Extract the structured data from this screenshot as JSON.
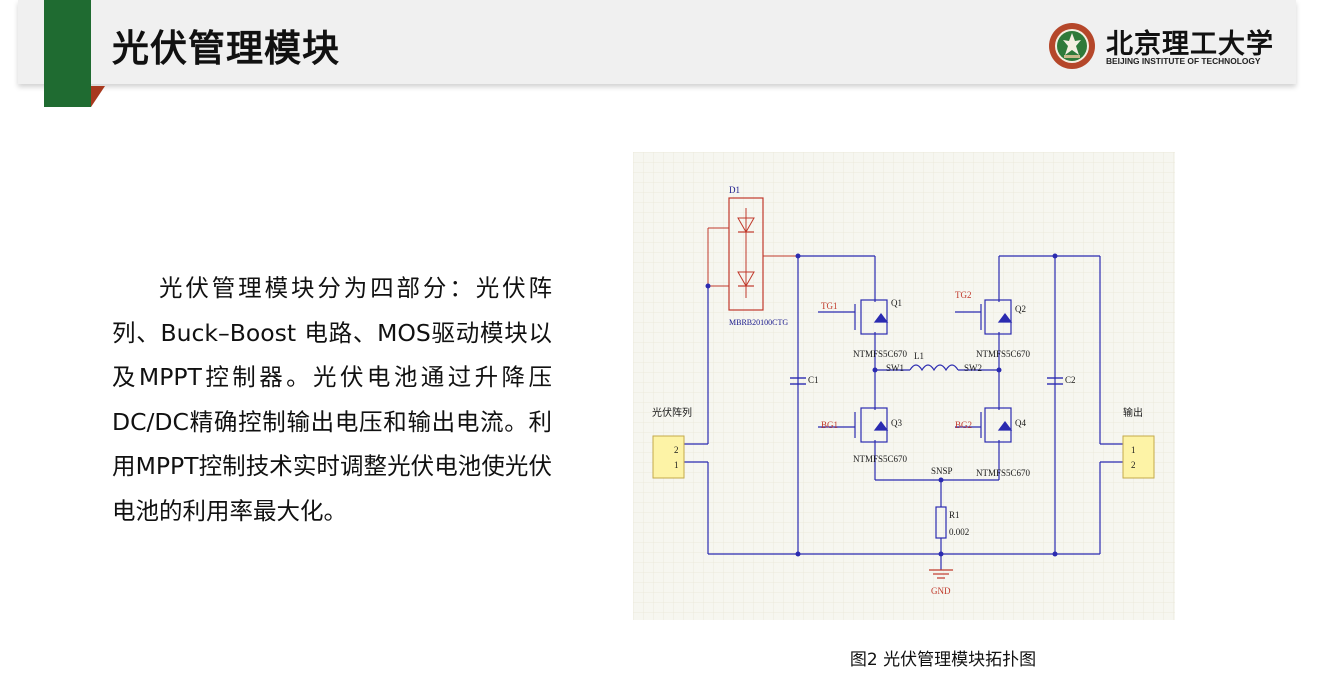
{
  "header": {
    "title": "光伏管理模块"
  },
  "logo": {
    "name_cn": "北京理工大学",
    "name_en": "BEIJING INSTITUTE OF TECHNOLOGY"
  },
  "body": {
    "paragraph": "光伏管理模块分为四部分：光伏阵列、Buck–Boost 电路、MOS驱动模块以及MPPT控制器。光伏电池通过升降压DC/DC精确控制输出电压和输出电流。利用MPPT控制技术实时调整光伏电池使光伏电池的利用率最大化。"
  },
  "figure": {
    "caption": "图2 光伏管理模块拓扑图",
    "diode_ref": "D1",
    "diode_part": "MBRB20100CTG",
    "cap1": "C1",
    "cap2": "C2",
    "q1": "Q1",
    "q2": "Q2",
    "q3": "Q3",
    "q4": "Q4",
    "mos_part": "NTMFS5C670",
    "tg1": "TG1",
    "tg2": "TG2",
    "bg1": "BG1",
    "bg2": "BG2",
    "inductor": "L1",
    "sw1": "SW1",
    "sw2": "SW2",
    "snsp": "SNSP",
    "resistor": "R1",
    "resistor_value": "0.002",
    "gnd": "GND",
    "input_label": "光伏阵列",
    "output_label": "输出",
    "pin1": "1",
    "pin2": "2"
  }
}
